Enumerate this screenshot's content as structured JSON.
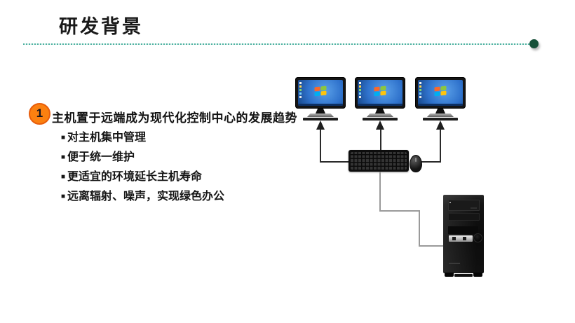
{
  "title": {
    "text": "研发背景"
  },
  "divider": {
    "line_color": "#4fb2a1",
    "end_dot_color": "#175139"
  },
  "section": {
    "number": "1",
    "badge_color": "#fb8010",
    "heading": "主机置于远端成为现代化控制中心的发展趋势",
    "bullet_marker": "■",
    "bullets": [
      "对主机集中管理",
      "便于统一维护",
      "更适宜的环境延长主机寿命",
      "远离辐射、噪声，实现绿色办公"
    ]
  },
  "diagram": {
    "monitor_count": 3,
    "icons": [
      "monitor-icon",
      "windows-logo-icon",
      "arrow-up-icon",
      "keyboard-icon",
      "mouse-icon",
      "pc-tower-icon"
    ],
    "windows_logo_colors": {
      "top_left": "#f8682c",
      "top_right": "#8cc63e",
      "bottom_left": "#00aef0",
      "bottom_right": "#ffc40d"
    },
    "screen_color": "#2f72cc",
    "wire_color": "#9a9a9a",
    "arrow_color": "#1e1e1e"
  }
}
